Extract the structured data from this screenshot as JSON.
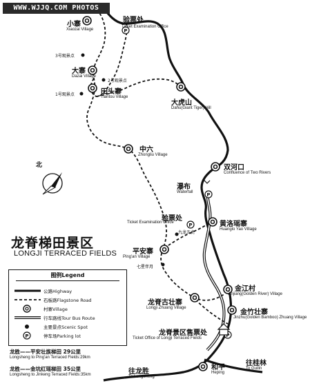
{
  "watermark": "WWW.WJJQ.COM  PHOTOS",
  "north": "北",
  "title": {
    "zh": "龙脊梯田景区",
    "en": "LONGJI TERRACED FIELDS"
  },
  "places": {
    "xiaozhai": {
      "zh": "小寨",
      "en": "Xiaozai Village"
    },
    "checkpoint_top": {
      "zh": "验票处",
      "en": "Ticket Examination Office"
    },
    "dazhai": {
      "zh": "大寨",
      "en": "Dazai Village"
    },
    "tiantou": {
      "zh": "田头寨",
      "en": "Tiantou Village"
    },
    "dahu": {
      "zh": "大虎山",
      "en": "Dahu(Giant Tiger) Hill"
    },
    "zhongliu": {
      "zh": "中六",
      "en": "Zhongliu Village"
    },
    "shuanghekou": {
      "zh": "双河口",
      "en": "Confluence of Two Rivers"
    },
    "pubu": {
      "zh": "瀑布",
      "en": "Waterfall"
    },
    "checkpoint_mid": {
      "zh": "验票处",
      "en": "Ticket Examination Office"
    },
    "huangluo": {
      "zh": "黄洛瑶寨",
      "en": "Huanglo Yao Village"
    },
    "pingan": {
      "zh": "平安寨",
      "en": "Ping'an Village"
    },
    "jinjiang": {
      "zh": "金江村",
      "en": "Jinjiang(Golden River) Village"
    },
    "longji_zhuang": {
      "zh": "龙脊古壮寨",
      "en": "Longji Zhuang Village"
    },
    "jinzhu": {
      "zh": "金竹壮寨",
      "en": "Jinzhu(Golden Bamboo) Zhuang Village"
    },
    "ticket_office": {
      "zh": "龙脊景区售票处",
      "en": "Ticket Office of Longji Terraced Fields"
    },
    "heping": {
      "zh": "和平",
      "en": "Heping"
    },
    "to_longsheng": {
      "zh": "往龙胜",
      "en": "To Longsheng"
    },
    "to_guilin": {
      "zh": "往桂林",
      "en": "To Guilin"
    }
  },
  "spots": {
    "spot3": "3号观景点",
    "spot2": "2号观景点",
    "spot1": "1号观景点",
    "jiulong": "九龙五虎",
    "qixing": "七星伴月"
  },
  "legend": {
    "title": "图例Legend",
    "items": [
      "公路Highway",
      "石板路Flagstone Road",
      "村寨Village",
      "行车路线Tour Bus Route",
      "主要景点Scenic Spot",
      "停车场Parking lot"
    ]
  },
  "distances": [
    {
      "zh": "龙胜——平安壮族梯田  29公里",
      "en": "Longsheng to  Ping'an Terraced Fields:29km"
    },
    {
      "zh": "龙胜——金坑红瑶梯田  35公里",
      "en": "Longsheng to Jinkeng Terraced Fields:35km"
    }
  ]
}
